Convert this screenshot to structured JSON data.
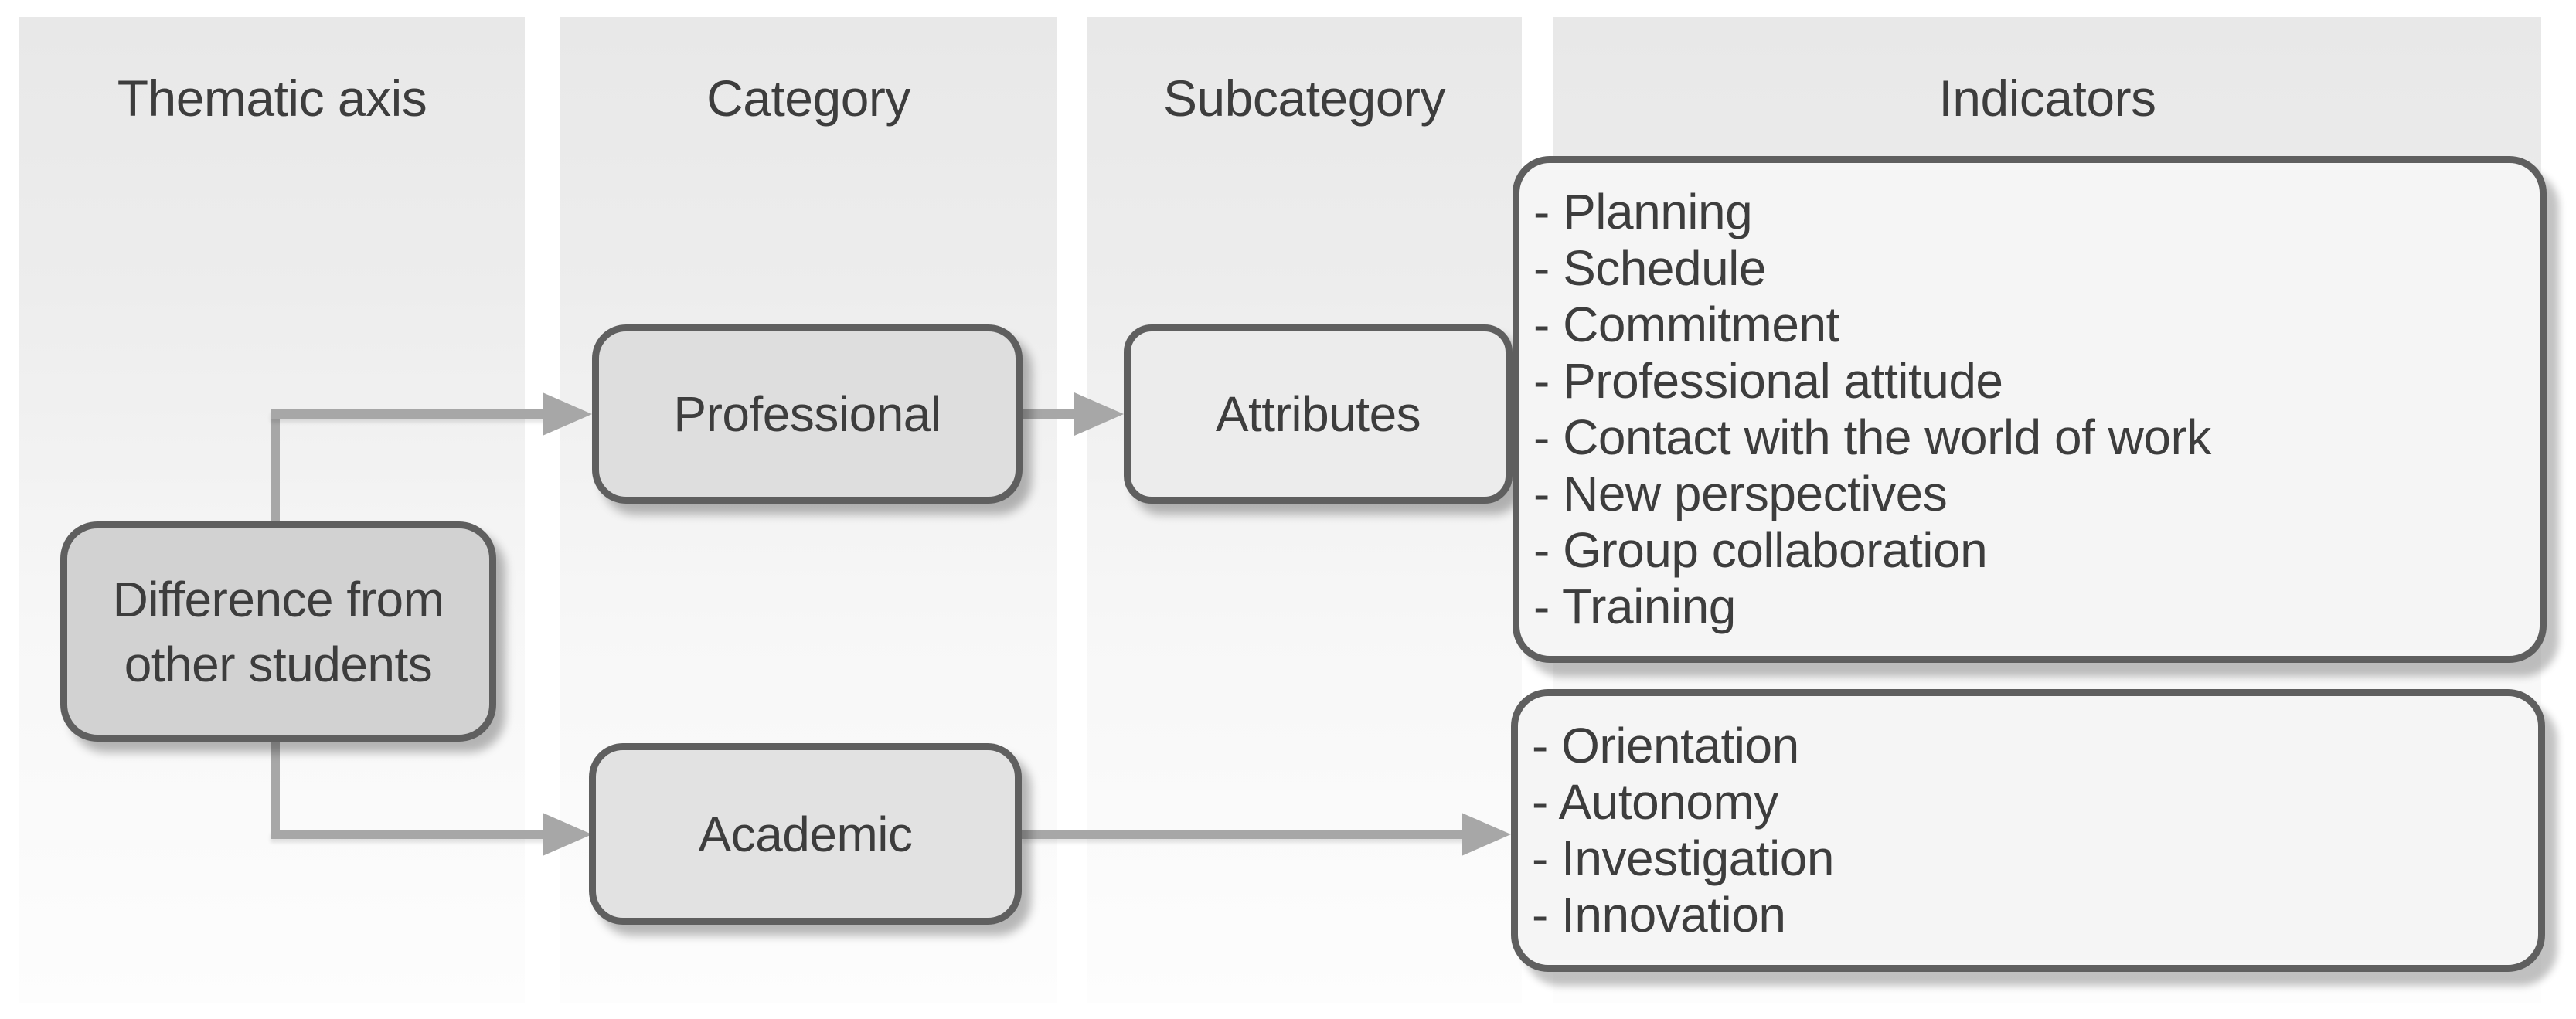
{
  "diagram": {
    "columns": [
      {
        "header": "Thematic axis"
      },
      {
        "header": "Category"
      },
      {
        "header": "Subcategory"
      },
      {
        "header": "Indicators"
      }
    ],
    "nodes": {
      "thematic": {
        "label": "Difference from other students"
      },
      "professional": {
        "label": "Professional"
      },
      "academic": {
        "label": "Academic"
      },
      "attributes": {
        "label": "Attributes"
      }
    },
    "indicator_groups": [
      {
        "name": "professional-attributes-indicators",
        "items": [
          "- Planning",
          "- Schedule",
          "- Commitment",
          "- Professional attitude",
          "- Contact with the world of work",
          "- New perspectives",
          "- Group collaboration",
          "- Training"
        ]
      },
      {
        "name": "academic-indicators",
        "items": [
          "- Orientation",
          "- Autonomy",
          "- Investigation",
          "- Innovation"
        ]
      }
    ],
    "colors": {
      "panel_top": "#e8e8e8",
      "panel_bottom": "#fdfdfd",
      "node_border": "#5f5f5f",
      "fill_thematic": "#d2d2d2",
      "fill_professional": "#dedede",
      "fill_academic": "#e2e2e2",
      "fill_attributes": "#ececec",
      "fill_indicators": "#f5f5f5",
      "arrow": "#a7a7a7",
      "text": "#3d3d3d"
    }
  }
}
